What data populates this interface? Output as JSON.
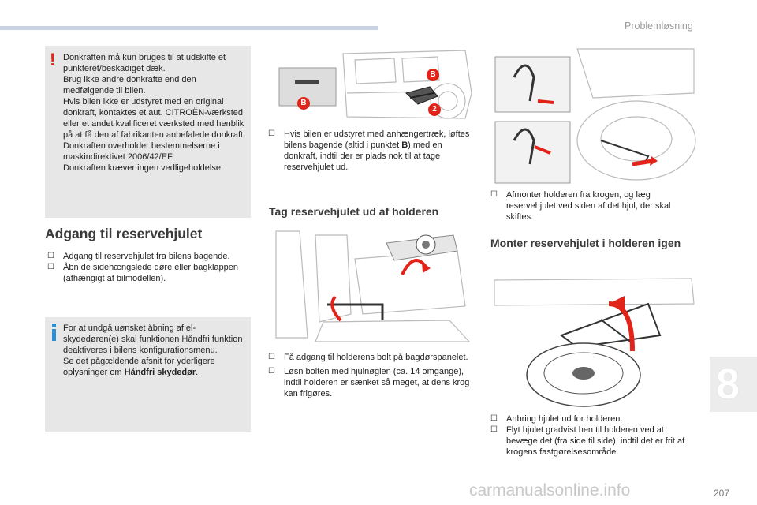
{
  "header": {
    "section_title": "Problemløsning"
  },
  "warning_box": {
    "icon": "exclamation-icon",
    "paragraphs": [
      "Donkraften må kun bruges til at udskifte et punkteret/beskadiget dæk.",
      "Brug ikke andre donkrafte end den medfølgende til bilen.",
      "Hvis bilen ikke er udstyret med en original donkraft, kontaktes et aut. CITROËN-værksted eller et andet kvalificeret værksted med henblik på at få den af fabrikanten anbefalede donkraft.",
      "Donkraften overholder bestemmelserne i maskindirektivet 2006/42/EF.",
      "Donkraften kræver ingen vedligeholdelse."
    ]
  },
  "access": {
    "title": "Adgang til reservehjulet",
    "bullets": [
      "Adgang til reservehjulet fra bilens bagende.",
      "Åbn de sidehængslede døre eller bagklappen (afhængigt af bilmodellen)."
    ]
  },
  "info_box": {
    "icon": "info-icon",
    "paragraphs": [
      "For at undgå uønsket åbning af el-skydedøren(e) skal funktionen Håndfri funktion deaktiveres i bilens konfigurationsmenu.",
      "Se det pågældende afsnit for yderligere oplysninger om "
    ],
    "bold_ref": "Håndfri skydedør",
    "end": "."
  },
  "middle": {
    "callout_b1": "B",
    "callout_b2": "B",
    "callout_2": "2",
    "towbar_bullet_pre": "Hvis bilen er udstyret med anhængertræk, løftes bilens bagende (altid i punktet ",
    "towbar_bullet_bold": "B",
    "towbar_bullet_post": ") med en donkraft, indtil der er plads nok til at tage reservehjulet ud.",
    "remove_title": "Tag reservehjulet ud af holderen",
    "remove_bullets": [
      "Få adgang til holderens bolt på bagdørspanelet.",
      "Løsn bolten med hjulnøglen (ca. 14 omgange), indtil holderen er sænket så meget, at dens krog kan frigøres."
    ]
  },
  "right": {
    "unhook_bullet": "Afmonter holderen fra krogen, og læg reservehjulet ved siden af det hjul, der skal skiftes.",
    "refit_title": "Monter reservehjulet i holderen igen",
    "refit_bullets": [
      "Anbring hjulet ud for holderen.",
      "Flyt hjulet gradvist hen til holderen ved at bevæge det (fra side til side), indtil det er frit af krogens fastgørelsesområde."
    ]
  },
  "chapter_number": "8",
  "page_number": "207",
  "watermark": "carmanualsonline.info",
  "bullet_glyph": "☐",
  "colors": {
    "accent_red": "#e2231a",
    "accent_blue": "#2b8fd6",
    "box_gray": "#e7e7e7"
  }
}
